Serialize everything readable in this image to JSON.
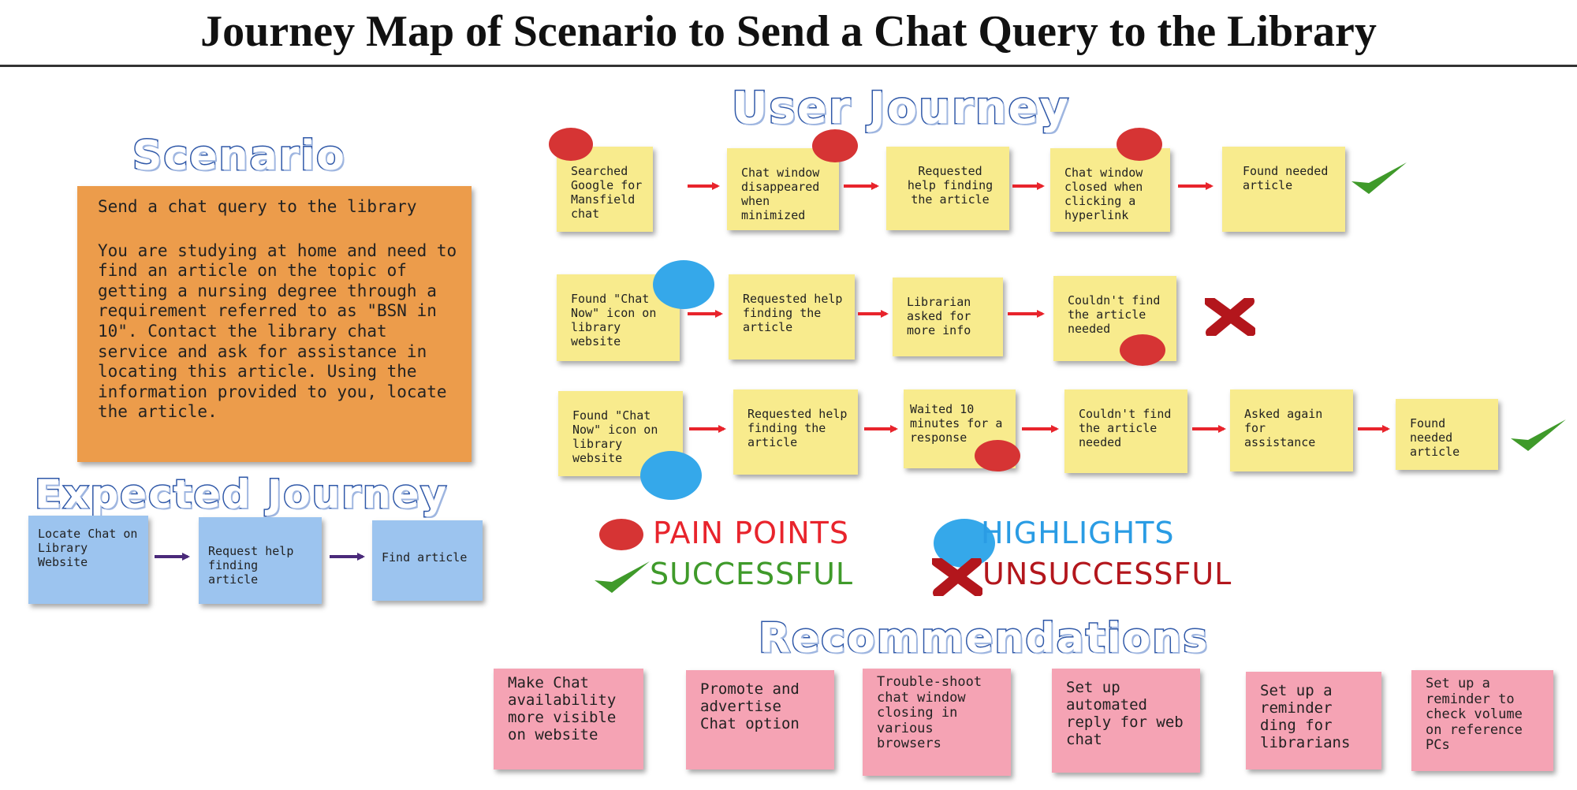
{
  "title": "Journey Map of Scenario to Send a Chat Query to the Library",
  "headings": {
    "scenario": "Scenario",
    "user_journey": "User Journey",
    "expected_journey": "Expected Journey",
    "recommendations": "Recommendations"
  },
  "scenario": {
    "title": "Send a chat query to the library",
    "body": "You are studying at home and need to find an article on the topic of getting a nursing degree through a requirement referred to as \"BSN in 10\". Contact the library chat service and ask for assistance in locating this article. Using the information provided to you, locate the article."
  },
  "expected_journey": [
    "Locate Chat on Library Website",
    "Request help finding article",
    "Find article"
  ],
  "user_journey": {
    "row1": [
      "Searched Google for Mansfield chat",
      "Chat window disappeared when minimized",
      "Requested help finding the article",
      "Chat window closed when clicking a hyperlink",
      "Found needed article"
    ],
    "row2": [
      "Found \"Chat Now\" icon on library website",
      "Requested help finding the article",
      "Librarian asked for more info",
      "Couldn't find the article needed"
    ],
    "row3": [
      "Found \"Chat Now\" icon on library website",
      "Requested help finding the article",
      "Waited 10 minutes for a response",
      "Couldn't find the article needed",
      "Asked again for assistance",
      "Found needed article"
    ]
  },
  "legend": {
    "pain_points": "PAIN POINTS",
    "highlights": "HIGHLIGHTS",
    "successful": "SUCCESSFUL",
    "unsuccessful": "UNSUCCESSFUL"
  },
  "recommendations": [
    "Make Chat availability more visible on website",
    "Promote and advertise Chat option",
    "Trouble-shoot chat window closing in various browsers",
    "Set up automated reply for web chat",
    "Set up a reminder ding for librarians",
    "Set up a reminder to check volume on reference PCs"
  ],
  "colors": {
    "pain_point": "#d63434",
    "highlight": "#35a8ea",
    "success": "#3f9a2a",
    "failure": "#b3161c",
    "arrow_journey": "#e8242c",
    "arrow_expected": "#4a2a7a",
    "heading_outline": "#2f58a8"
  }
}
